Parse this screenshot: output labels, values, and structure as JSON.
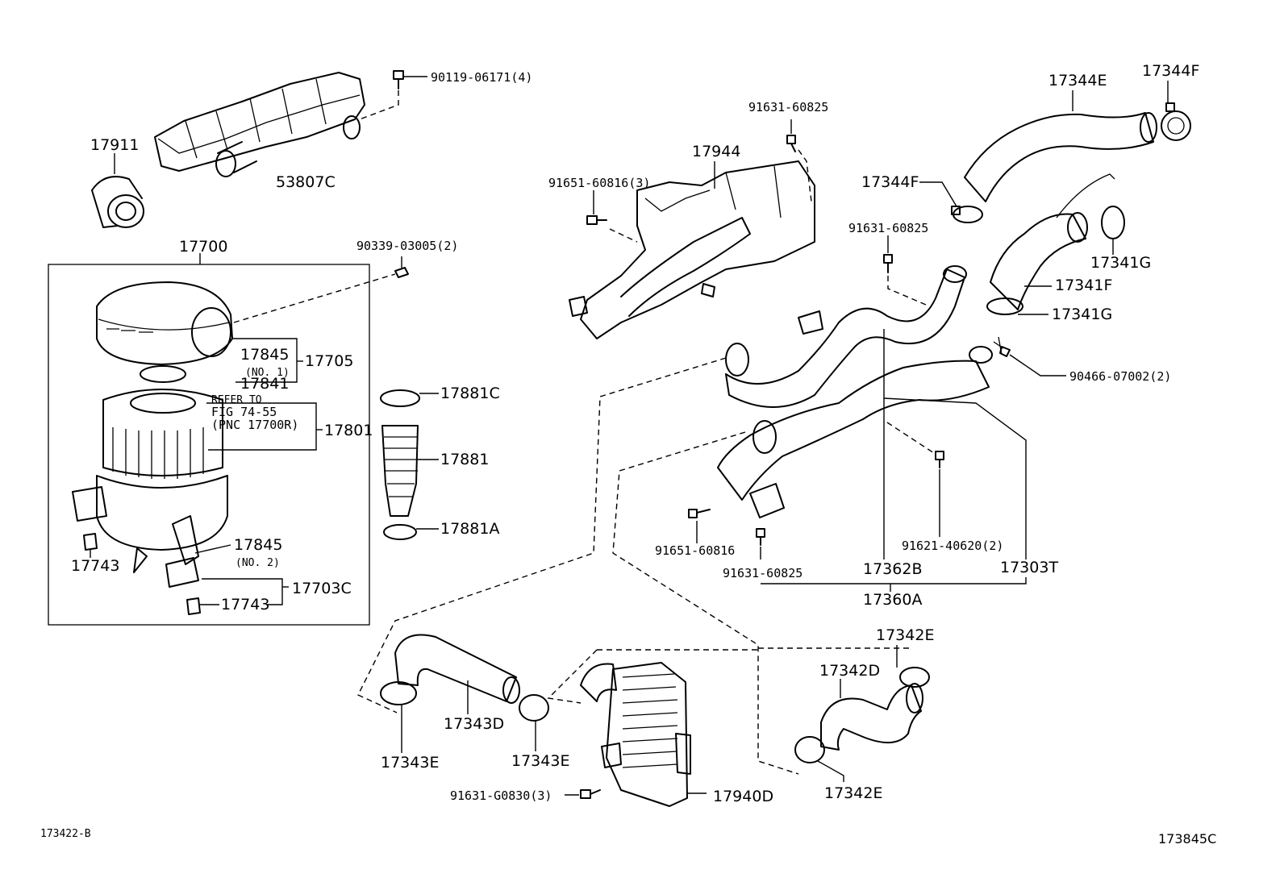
{
  "labels": {
    "p90119": "90119-06171(4)",
    "p17911": "17911",
    "p53807C": "53807C",
    "p17700": "17700",
    "p90339": "90339-03005(2)",
    "p17845a": "17845",
    "p17845a_note": "(NO. 1)",
    "p17705": "17705",
    "p17841": "17841",
    "refer1": "REFER TO",
    "refer2": "FIG 74-55",
    "refer3": "(PNC 17700R)",
    "p17801": "17801",
    "p17845b": "17845",
    "p17845b_note": "(NO. 2)",
    "p17743a": "17743",
    "p17703C": "17703C",
    "p17743b": "17743",
    "p17881C": "17881C",
    "p17881": "17881",
    "p17881A": "17881A",
    "p91631a": "91631-60825",
    "p17944": "17944",
    "p91651a": "91651-60816(3)",
    "p17344E": "17344E",
    "p17344Ftop": "17344F",
    "p17344Fleft": "17344F",
    "p91631b": "91631-60825",
    "p17341Ga": "17341G",
    "p17341F": "17341F",
    "p17341Gb": "17341G",
    "p90466": "90466-07002(2)",
    "p91651b": "91651-60816",
    "p91621": "91621-40620(2)",
    "p91631c": "91631-60825",
    "p17362B": "17362B",
    "p17303T": "17303T",
    "p17360A": "17360A",
    "p17342Etop": "17342E",
    "p17342D": "17342D",
    "p17342Ebot": "17342E",
    "p17343D": "17343D",
    "p17343Ea": "17343E",
    "p17343Eb": "17343E",
    "p91631G": "91631-G0830(3)",
    "p17940D": "17940D",
    "code_left": "173422-B",
    "code_right": "173845C"
  }
}
